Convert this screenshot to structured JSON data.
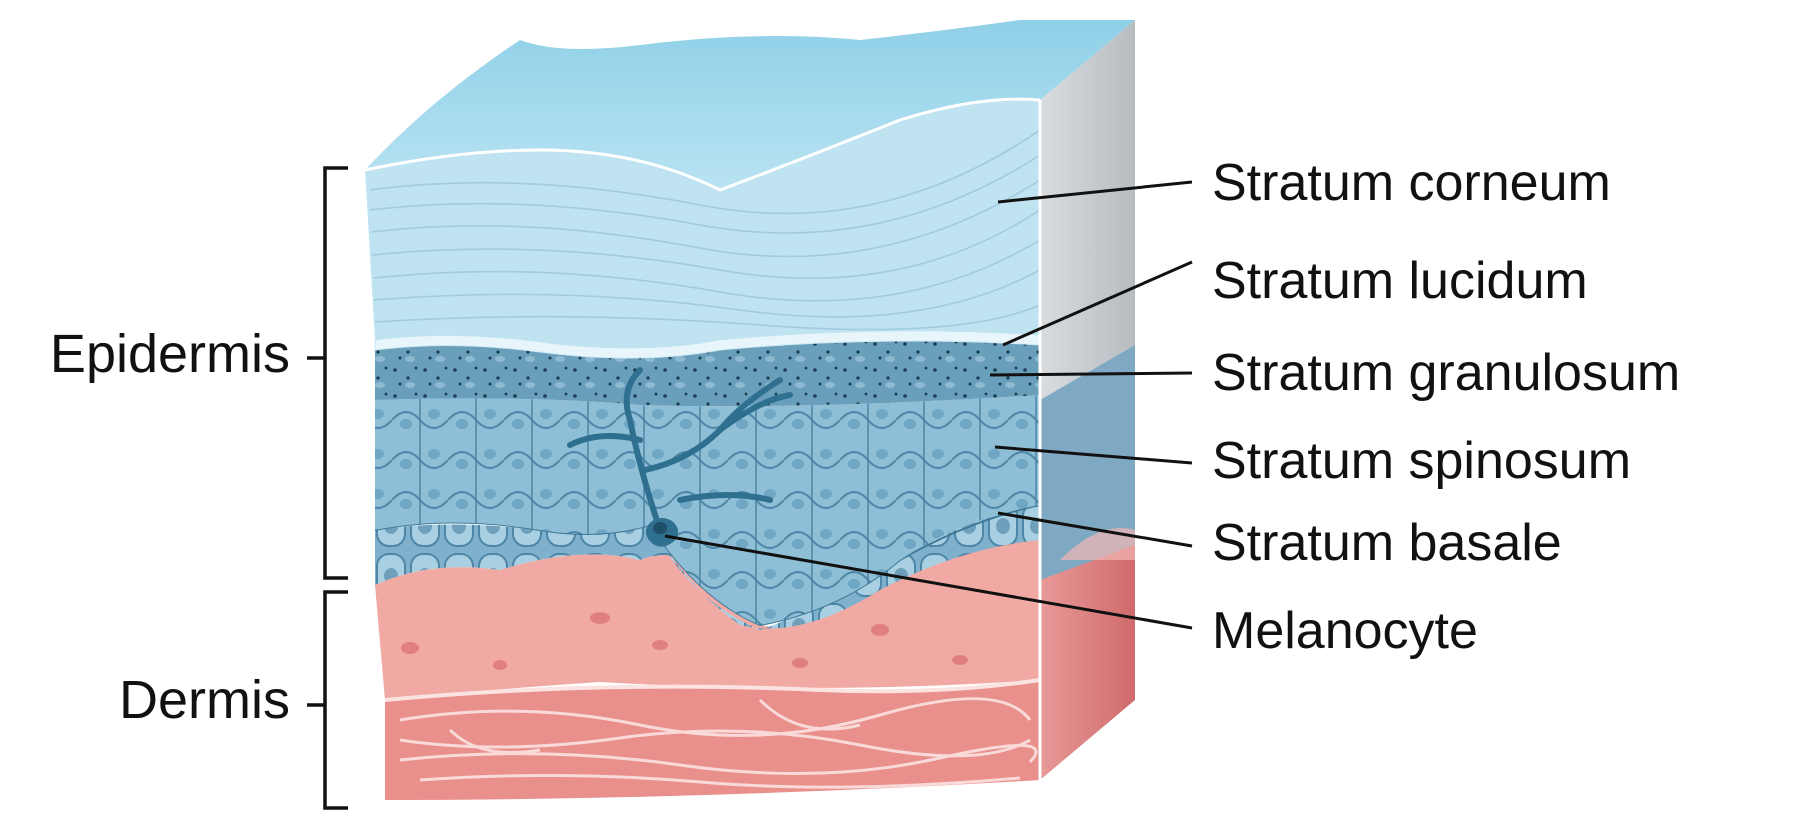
{
  "diagram": {
    "regions": {
      "epidermis": "Epidermis",
      "dermis": "Dermis"
    },
    "layers": [
      {
        "id": "corneum",
        "label": "Stratum corneum"
      },
      {
        "id": "lucidum",
        "label": "Stratum lucidum"
      },
      {
        "id": "granulosum",
        "label": "Stratum granulosum"
      },
      {
        "id": "spinosum",
        "label": "Stratum spinosum"
      },
      {
        "id": "basale",
        "label": "Stratum basale"
      },
      {
        "id": "melanocyte",
        "label": "Melanocyte"
      }
    ],
    "colors": {
      "corneum": "#bfe3f0",
      "granulosum": "#5e97b5",
      "spinosum": "#8fbfd6",
      "dermis_papillary": "#f1a9a4",
      "dermis_reticular": "#e98f8c",
      "side_face": "#cfd3d6"
    }
  }
}
